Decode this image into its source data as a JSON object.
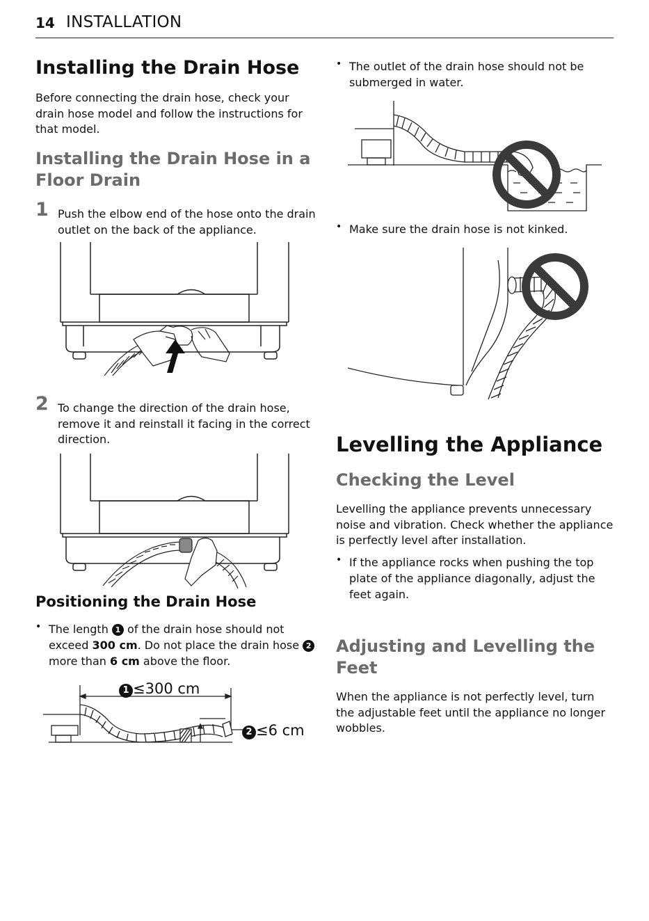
{
  "header": {
    "page_number": "14",
    "section": "INSTALLATION"
  },
  "left": {
    "title": "Installing the Drain Hose",
    "intro": "Before connecting the drain hose, check your drain hose model and follow the instructions for that model.",
    "floor_drain": {
      "heading_line1": "Installing the Drain Hose in a",
      "heading_line2": "Floor Drain",
      "step1_num": "1",
      "step1_text": "Push the elbow end of the hose onto the drain outlet on the back of the appliance.",
      "step2_num": "2",
      "step2_text": "To change the direction of the drain hose, remove it and reinstall it facing in the correct direction."
    },
    "positioning": {
      "heading": "Positioning the Drain Hose",
      "bullet_a": "The length ",
      "marker1": "1",
      "bullet_b": " of the drain hose should not exceed ",
      "bold1": "300 cm",
      "bullet_c": ". Do not place the drain hose ",
      "marker2": "2",
      "bullet_d": " more than ",
      "bold2": "6 cm",
      "bullet_e": " above the floor.",
      "dim1_label": "≤300 cm",
      "dim2_label": "≤6 cm"
    }
  },
  "right": {
    "bullet_submerged": "The outlet of the drain hose should not be submerged in water.",
    "bullet_kinked": "Make sure the drain hose is not kinked.",
    "levelling": {
      "title": "Levelling the Appliance",
      "checking_heading": "Checking the Level",
      "checking_text": "Levelling the appliance prevents unnecessary noise and vibration. Check whether the appliance is perfectly level after installation.",
      "checking_bullet": "If the appliance rocks when pushing the top plate of the appliance diagonally, adjust the feet again.",
      "adjust_heading_line1": "Adjusting and Levelling the",
      "adjust_heading_line2": "Feet",
      "adjust_text": "When the appliance is not perfectly level, turn the adjustable feet until the appliance no longer wobbles."
    }
  },
  "colors": {
    "heading_grey": "#6b6b6b",
    "text": "#111111",
    "prohibit": "#3a3a3a"
  }
}
